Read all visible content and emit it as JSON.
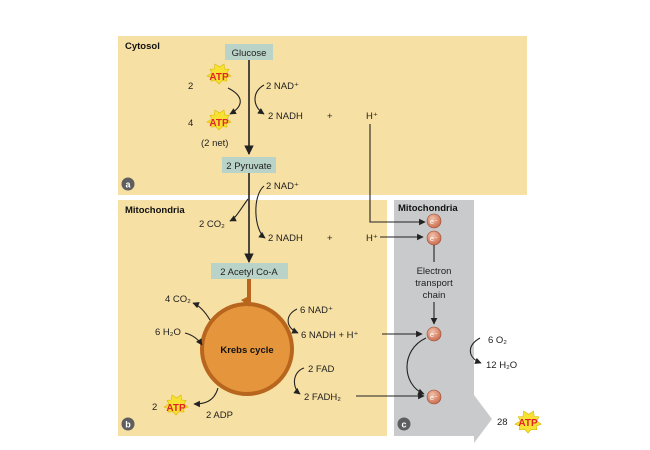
{
  "colors": {
    "panel_bg": "#f7e0a3",
    "mito_bg": "#c9cacb",
    "label_box": "#b9d3c8",
    "krebs_fill": "#e5963c",
    "krebs_stroke": "#b8651e",
    "electron": "#d98968",
    "atp_star": "#f7e233",
    "atp_text": "#e2232a",
    "arrow": "#222222"
  },
  "panels": {
    "cytosol": {
      "title": "Cytosol",
      "badge": "a"
    },
    "mitochondria": {
      "title": "Mitochondria",
      "badge": "b"
    },
    "etc": {
      "title": "Mitochondria",
      "badge": "c"
    }
  },
  "glycolysis": {
    "glucose": "Glucose",
    "atp_in_count": "2",
    "nad_in": "2 NAD⁺",
    "atp_out_count": "4",
    "nadh_out": "2 NADH",
    "plus": "+",
    "h_plus": "H⁺",
    "net": "(2 net)",
    "pyruvate": "2 Pyruvate"
  },
  "link": {
    "nad_in": "2 NAD⁺",
    "co2": "2 CO₂",
    "nadh_out": "2 NADH",
    "plus": "+",
    "h_plus": "H⁺",
    "acetyl": "2 Acetyl Co-A"
  },
  "krebs": {
    "label": "Krebs cycle",
    "co2": "4 CO₂",
    "h2o": "6 H₂O",
    "nad_in": "6 NAD⁺",
    "nadh_out": "6 NADH + H⁺",
    "fad_in": "2 FAD",
    "fadh2_out": "2 FADH₂",
    "atp_count": "2",
    "adp": "2 ADP"
  },
  "etc": {
    "electron_symbol": "e⁻",
    "chain_label": [
      "Electron",
      "transport",
      "chain"
    ],
    "o2": "6 O₂",
    "h2o": "12 H₂O",
    "atp_count": "28"
  },
  "atp_label": "ATP"
}
